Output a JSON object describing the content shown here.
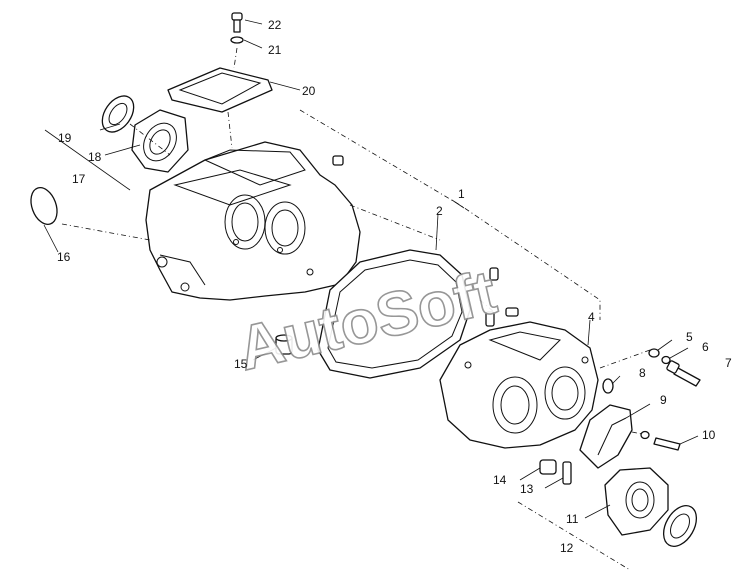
{
  "watermark": "AutoSoft",
  "callouts": [
    "1",
    "2",
    "4",
    "5",
    "6",
    "7",
    "8",
    "9",
    "10",
    "11",
    "12",
    "13",
    "14",
    "15",
    "16",
    "17",
    "18",
    "19",
    "20",
    "21",
    "22"
  ],
  "colors": {
    "line": "#111111",
    "background": "#ffffff",
    "watermark_outline": "#8c8c8c"
  }
}
